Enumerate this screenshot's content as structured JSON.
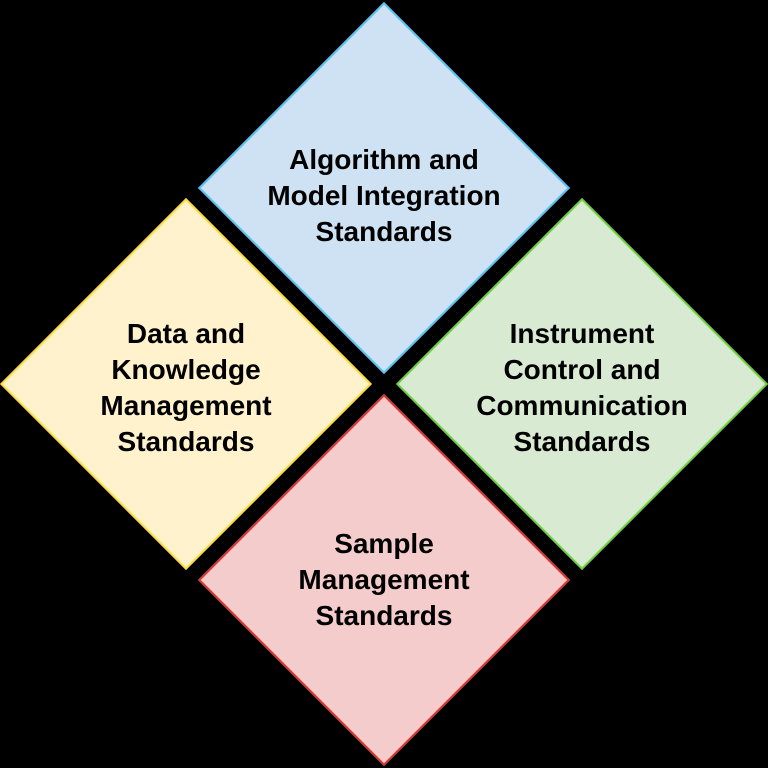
{
  "figure": {
    "background_color": "#000000",
    "text_color": "#000000"
  },
  "diamonds": [
    {
      "id": "algorithm-model-integration",
      "position": "top",
      "label": "Algorithm and\nModel Integration\nStandards",
      "fill": "#cfe2f3",
      "border": "#58c4f4"
    },
    {
      "id": "data-knowledge-management",
      "position": "left",
      "label": "Data and\nKnowledge\nManagement\nStandards",
      "fill": "#fff2cc",
      "border": "#ffdd3c"
    },
    {
      "id": "instrument-control-communication",
      "position": "right",
      "label": "Instrument\nControl and\nCommunication\nStandards",
      "fill": "#d9ead3",
      "border": "#70d245"
    },
    {
      "id": "sample-management",
      "position": "bottom",
      "label": "Sample\nManagement\nStandards",
      "fill": "#f4cccc",
      "border": "#dc3a34"
    }
  ]
}
